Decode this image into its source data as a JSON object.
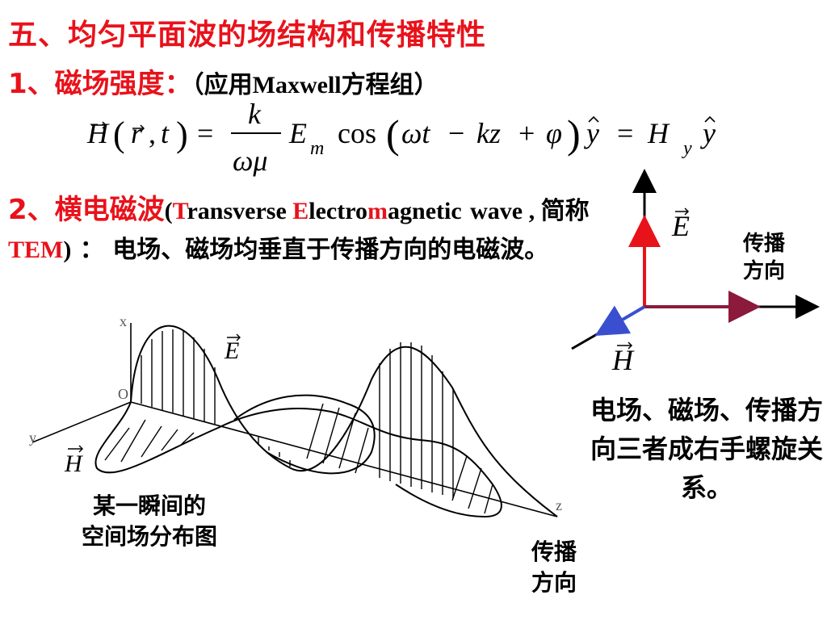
{
  "title": "五、均匀平面波的场结构和传播特性",
  "section1": {
    "heading": "1、磁场强度：",
    "note_open": "（应用",
    "note_maxwell": "Maxwell",
    "note_close": "方程组）"
  },
  "equation": {
    "H": "H",
    "r": "r",
    "t": "t",
    "k": "k",
    "omega_mu": "ωμ",
    "E": "E",
    "m": "m",
    "cos": "cos",
    "omega_t": "ωt",
    "kz": "kz",
    "phi": "φ",
    "y": "y",
    "plus": "+",
    "minus": "−",
    "equals": "=",
    "comma": ","
  },
  "section2": {
    "heading": "2、横电磁波",
    "paren_open": "(",
    "T": "T",
    "ransverse": "ransverse ",
    "E_letter": "E",
    "lectro": "lectro",
    "m_letter": "m",
    "agnetic": "agnetic",
    "wave": "wave , ",
    "abbr": "简称 ",
    "TEM": "TEM",
    "paren_close": ")",
    "colon_text": " ： 电场、磁场均垂直于传播方向的电磁波。"
  },
  "diagram": {
    "E_label": "E",
    "H_label": "H",
    "propagation_label_1": "传播",
    "propagation_label_2": "方向",
    "rule_text": "电场、磁场、传播方向三者成右手螺旋关系。"
  },
  "wave_figure": {
    "E_label": "E",
    "H_label": "H",
    "O": "O",
    "x_axis": "x",
    "y_axis": "y",
    "z_axis": "z",
    "caption_1": "某一瞬间的",
    "caption_2": "空间场分布图",
    "propagation_label_1": "传播",
    "propagation_label_2": "方向"
  },
  "colors": {
    "title_red": "#e8121b",
    "e_arrow": "#e8121b",
    "h_arrow": "#3a4fd0",
    "prop_arrow": "#8b1a3c"
  }
}
